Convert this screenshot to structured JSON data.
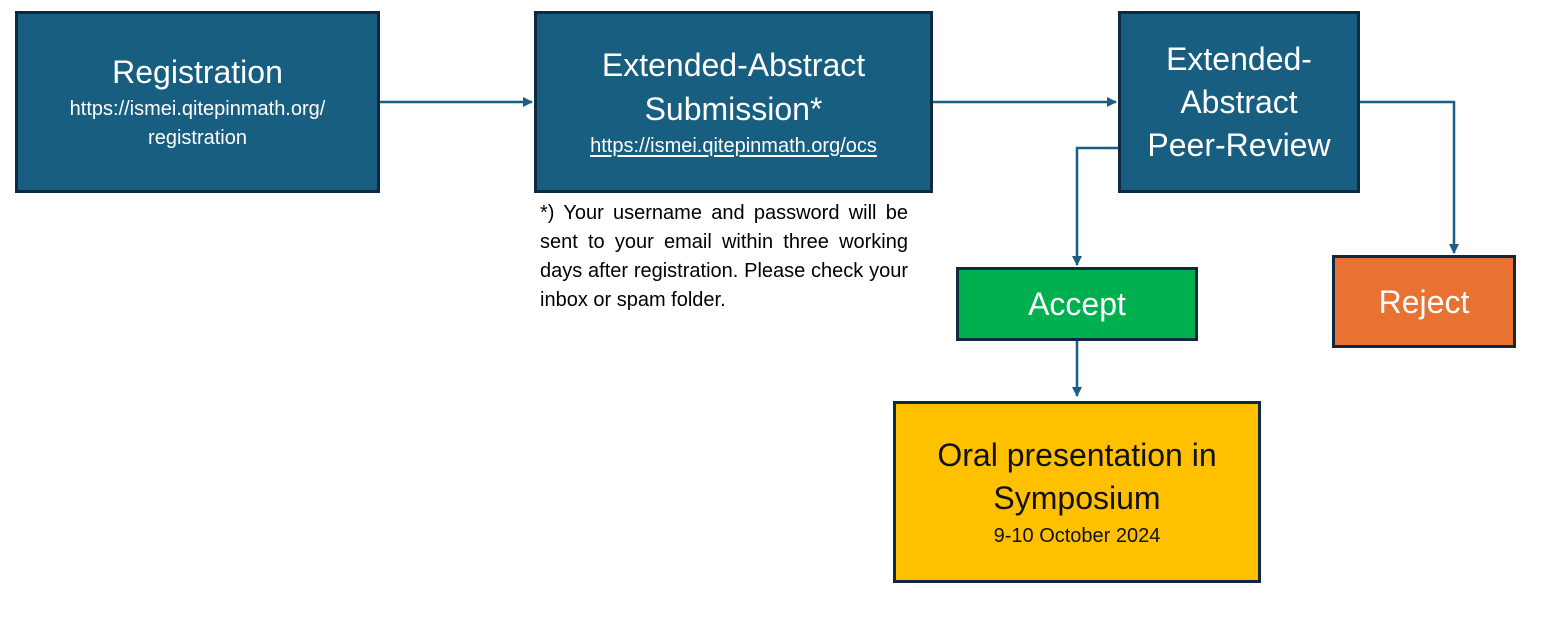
{
  "colors": {
    "primary_box": "#175e80",
    "accept_box": "#00b050",
    "reject_box": "#e97132",
    "oral_box": "#ffc000",
    "border": "#0f2a40",
    "connector": "#1a5f82"
  },
  "nodes": {
    "registration": {
      "title": "Registration",
      "url_line1": "https://ismei.qitepinmath.org/",
      "url_line2": "registration"
    },
    "submission": {
      "title_line1": "Extended-Abstract",
      "title_line2": "Submission*",
      "url": "https://ismei.qitepinmath.org/ocs"
    },
    "review": {
      "title_line1": "Extended-",
      "title_line2": "Abstract",
      "title_line3": "Peer-Review"
    },
    "accept": {
      "title": "Accept"
    },
    "reject": {
      "title": "Reject"
    },
    "oral": {
      "title_line1": "Oral presentation in",
      "title_line2": "Symposium",
      "date": "9-10 October 2024"
    }
  },
  "footnote": "*) Your username and password will be sent to your email within three working days after registration. Please check your inbox or spam folder."
}
